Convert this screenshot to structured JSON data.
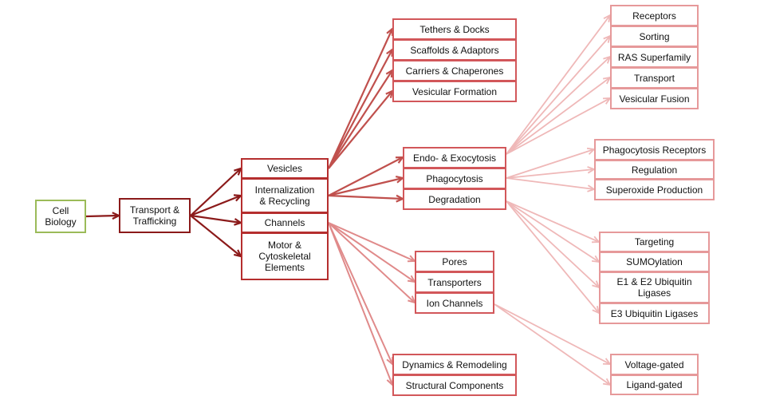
{
  "nodes": {
    "cell_biology": "Cell\nBiology",
    "transport": "Transport &\nTrafficking",
    "vesicles": "Vesicles",
    "internalization": "Internalization\n& Recycling",
    "channels": "Channels",
    "motor": "Motor &\nCytoskeletal\nElements",
    "tethers": "Tethers & Docks",
    "scaffolds": "Scaffolds & Adaptors",
    "carriers": "Carriers & Chaperones",
    "vesicular_formation": "Vesicular Formation",
    "endo_exo": "Endo- & Exocytosis",
    "phagocytosis": "Phagocytosis",
    "degradation": "Degradation",
    "pores": "Pores",
    "transporters": "Transporters",
    "ion_channels": "Ion Channels",
    "dynamics": "Dynamics & Remodeling",
    "structural": "Structural Components",
    "receptors": "Receptors",
    "sorting": "Sorting",
    "ras": "RAS Superfamily",
    "transport_leaf": "Transport",
    "vesicular_fusion": "Vesicular Fusion",
    "phago_receptors": "Phagocytosis Receptors",
    "regulation": "Regulation",
    "superoxide": "Superoxide Production",
    "targeting": "Targeting",
    "sumoylation": "SUMOylation",
    "e1e2": "E1 & E2 Ubiquitin\nLigases",
    "e3": "E3 Ubiquitin Ligases",
    "voltage": "Voltage-gated",
    "ligand": "Ligand-gated"
  },
  "colors": {
    "root": "#9bbb59",
    "level1": "#8b1a1a",
    "level2": "#b52e2e",
    "level3": "#d2575a",
    "level4": "#e6999a",
    "arrow1": "#8b1a1a",
    "arrow2": "#c0504d",
    "arrow3": "#e08a8a",
    "arrow4": "#efb8b8"
  }
}
